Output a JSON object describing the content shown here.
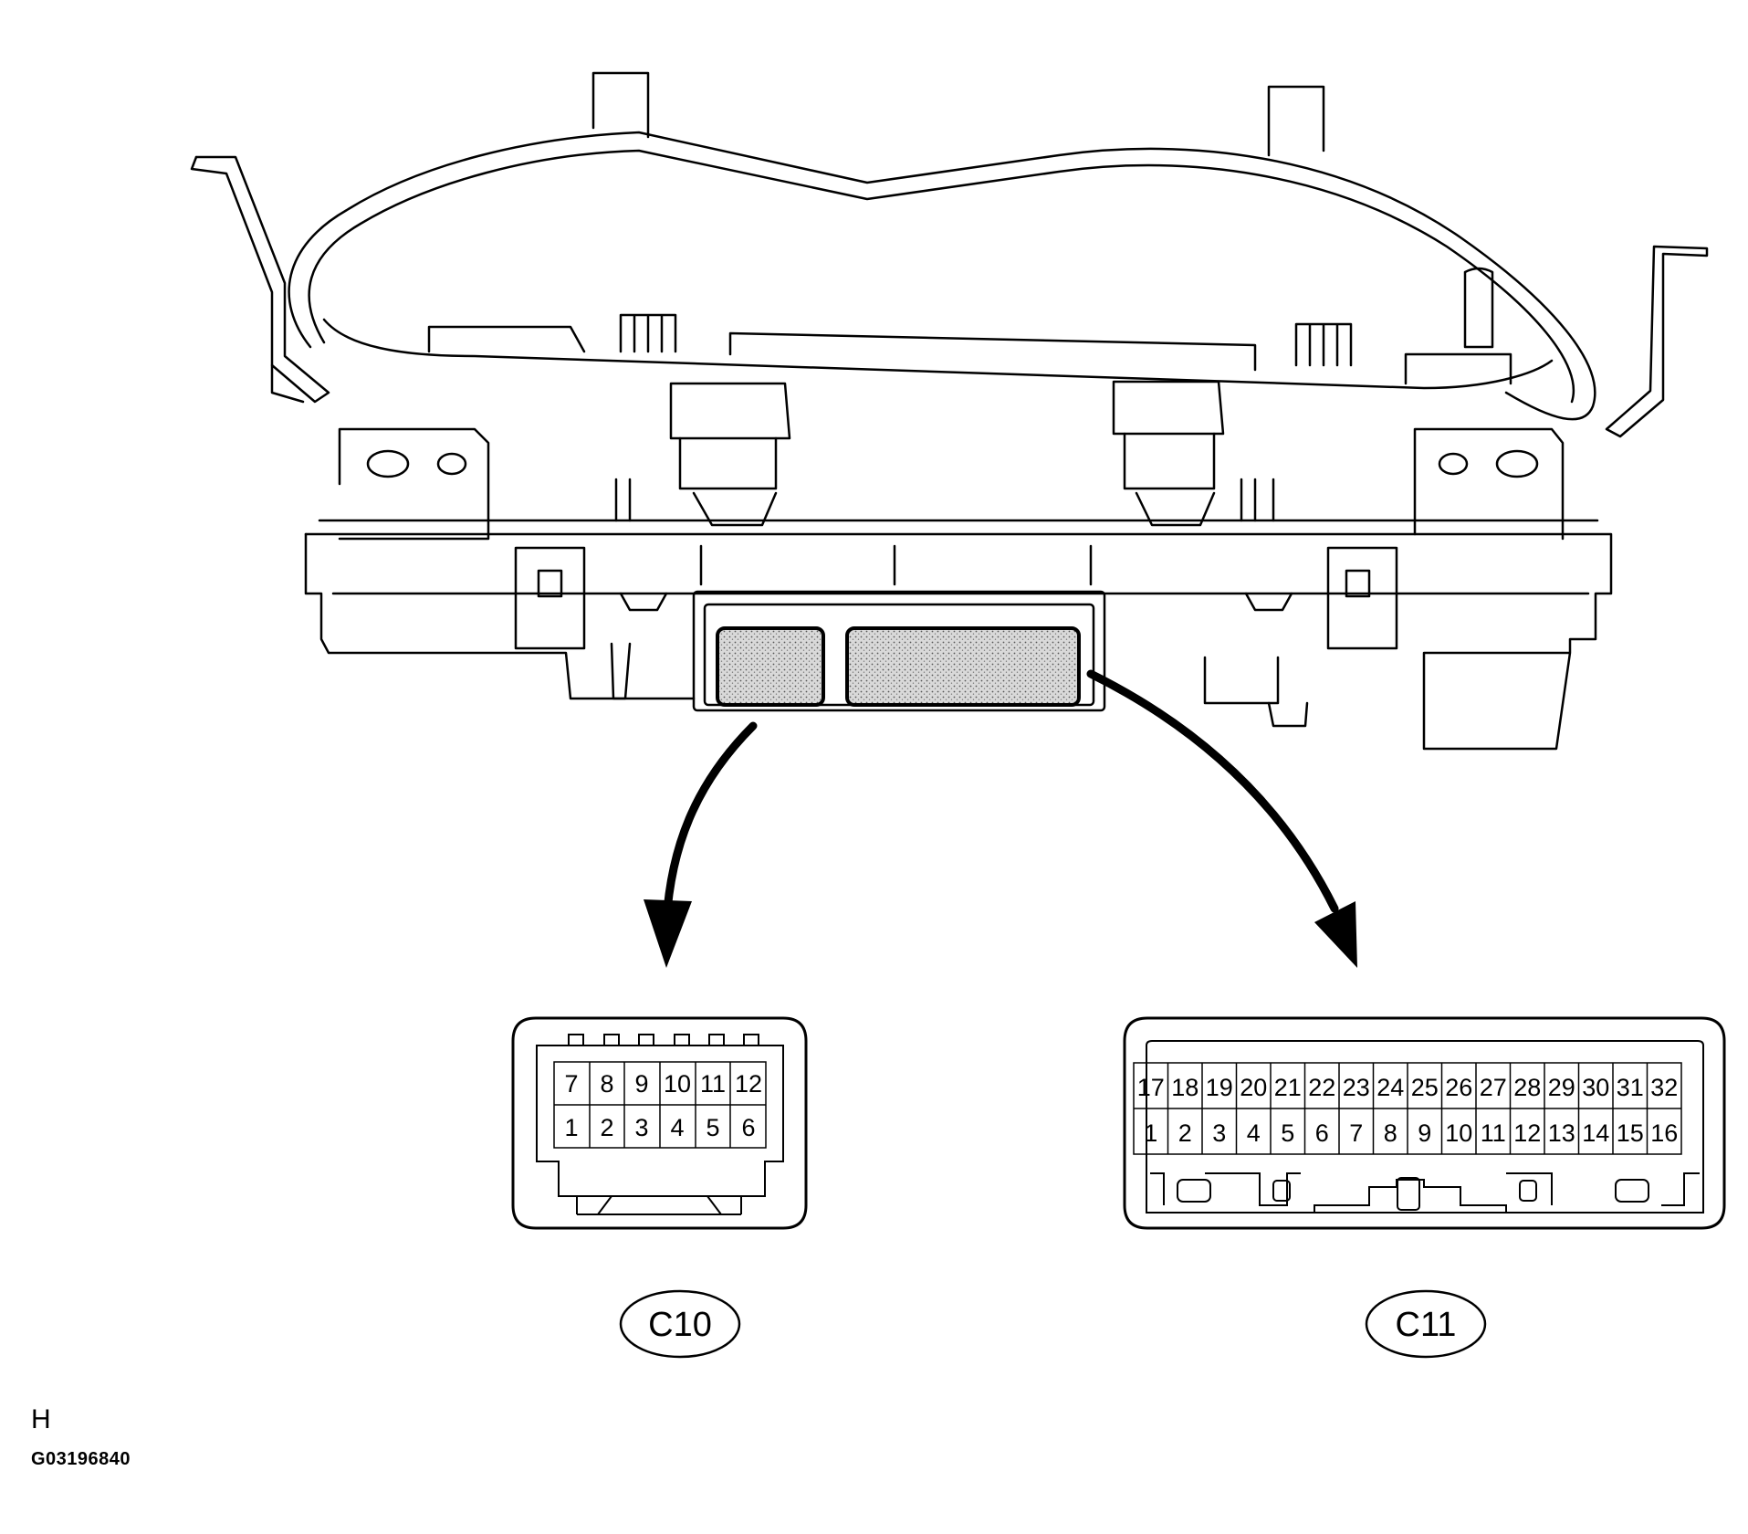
{
  "connectors": {
    "c10": {
      "label": "C10",
      "pins_top": [
        "7",
        "8",
        "9",
        "10",
        "11",
        "12"
      ],
      "pins_bottom": [
        "1",
        "2",
        "3",
        "4",
        "5",
        "6"
      ]
    },
    "c11": {
      "label": "C11",
      "pins_top": [
        "17",
        "18",
        "19",
        "20",
        "21",
        "22",
        "23",
        "24",
        "25",
        "26",
        "27",
        "28",
        "29",
        "30",
        "31",
        "32"
      ],
      "pins_bottom": [
        "1",
        "2",
        "3",
        "4",
        "5",
        "6",
        "7",
        "8",
        "9",
        "10",
        "11",
        "12",
        "13",
        "14",
        "15",
        "16"
      ]
    }
  },
  "footer": {
    "letter": "H",
    "ref_code": "G03196840"
  },
  "colors": {
    "line": "#000000",
    "background": "#ffffff",
    "connector_fill": "#d6d6d6"
  },
  "icons": [
    "combination-meter-icon",
    "arrow-to-c10-icon",
    "arrow-to-c11-icon"
  ]
}
